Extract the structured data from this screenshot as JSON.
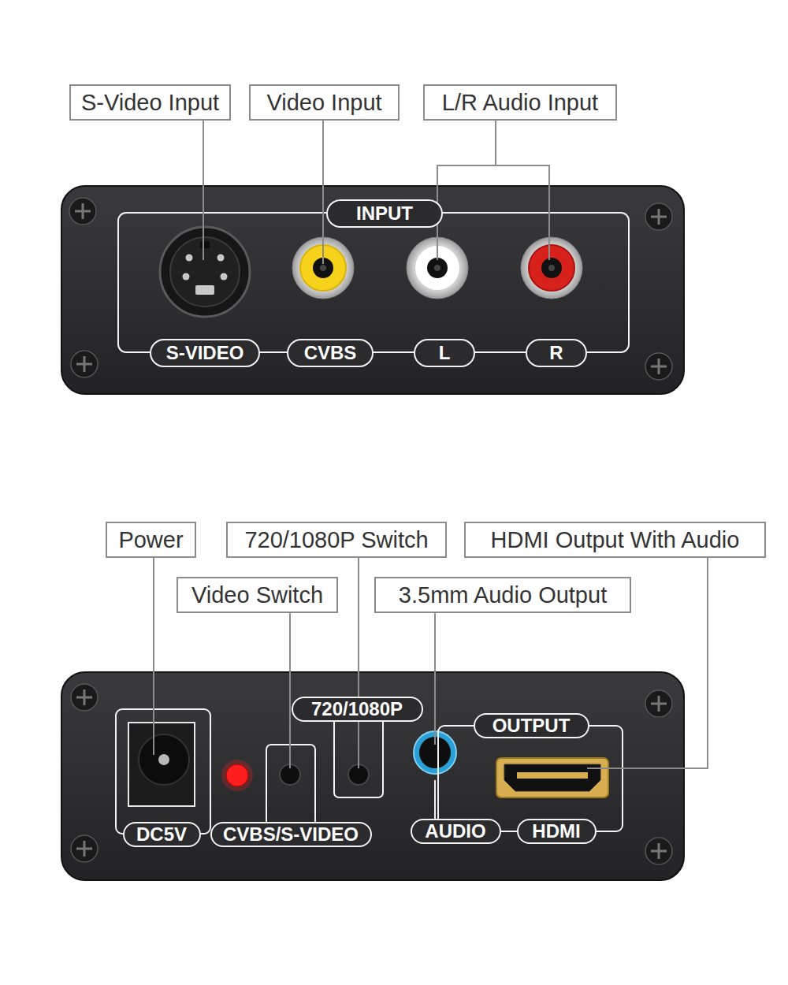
{
  "diagram": {
    "nodes": [
      {
        "text": [
          "S-Video Input"
        ]
      },
      {
        "text": [
          "Video Input"
        ]
      },
      {
        "text": [
          "L/R Audio Input"
        ]
      },
      {
        "text": [
          "INPUT"
        ]
      },
      {
        "text": [
          "S-VIDEO"
        ]
      },
      {
        "text": [
          "CVBS"
        ]
      },
      {
        "text": [
          "L"
        ]
      },
      {
        "text": [
          "R"
        ]
      },
      {
        "text": [
          "Power"
        ]
      },
      {
        "text": [
          "720/1080P Switch"
        ]
      },
      {
        "text": [
          "HDMI Output With Audio"
        ]
      },
      {
        "text": [
          "Video Switch"
        ]
      },
      {
        "text": [
          "3.5mm Audio Output"
        ]
      },
      {
        "text": [
          "720/1080P"
        ]
      },
      {
        "text": [
          "OUTPUT"
        ]
      },
      {
        "text": [
          "DC5V"
        ]
      },
      {
        "text": [
          "CVBS/S-VIDEO"
        ]
      },
      {
        "text": [
          "AUDIO"
        ]
      },
      {
        "text": [
          "HDMI"
        ]
      }
    ]
  }
}
